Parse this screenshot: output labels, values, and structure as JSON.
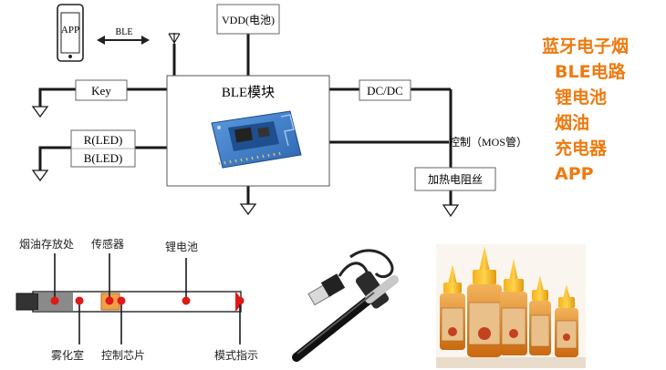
{
  "diagram": {
    "phone_label": "APP",
    "ble_link_label": "BLE",
    "vdd_label": "VDD(电池)",
    "ble_module_label": "BLE模块",
    "key_label": "Key",
    "led_r_label": "R(LED)",
    "led_b_label": "B(LED)",
    "dcdc_label": "DC/DC",
    "control_label": "控制（MOS管）",
    "heater_label": "加热电阻丝"
  },
  "side_list": [
    "蓝牙电子烟",
    "BLE电路",
    "锂电池",
    "烟油",
    "充电器",
    "APP"
  ],
  "ecig_parts": {
    "oil_storage": "烟油存放处",
    "sensor": "传感器",
    "battery": "锂电池",
    "atomizer": "雾化室",
    "control_chip": "控制芯片",
    "mode_indicator": "模式指示"
  },
  "colors": {
    "accent_orange": "#ee7a10",
    "line": "#1a1a1a",
    "dot_red": "#e01818",
    "pcb_blue": "#3d7ec9"
  }
}
